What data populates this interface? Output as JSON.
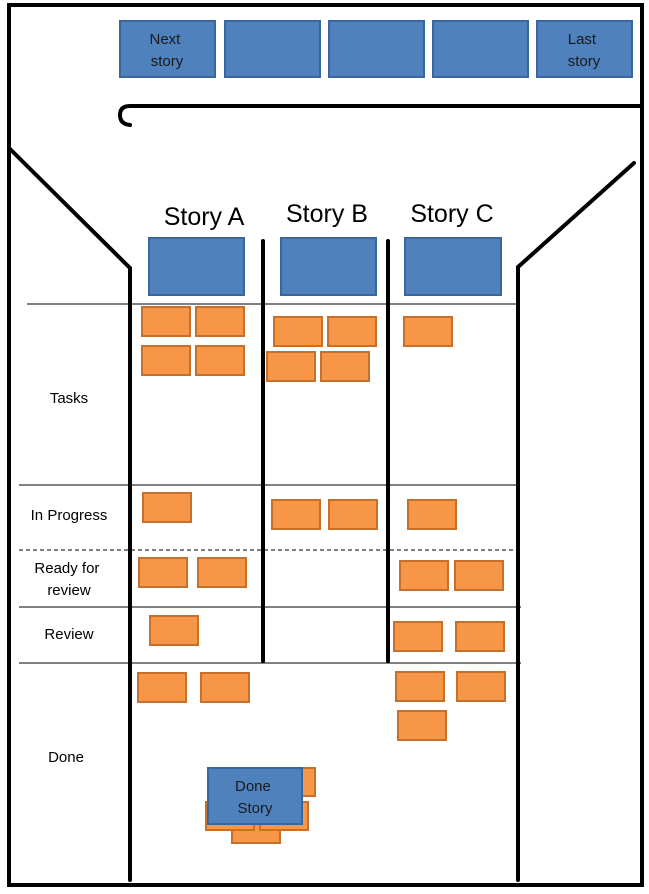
{
  "top_queue": {
    "next_button": [
      "Next",
      "story"
    ],
    "last_button": [
      "Last",
      "story"
    ]
  },
  "columns": [
    {
      "id": "story-a",
      "title": "Story A"
    },
    {
      "id": "story-b",
      "title": "Story B"
    },
    {
      "id": "story-c",
      "title": "Story C"
    }
  ],
  "rows": [
    {
      "id": "tasks",
      "lines": [
        "Tasks"
      ]
    },
    {
      "id": "in-progress",
      "lines": [
        "In Progress"
      ]
    },
    {
      "id": "ready-for-review",
      "lines": [
        "Ready for",
        "review"
      ]
    },
    {
      "id": "review",
      "lines": [
        "Review"
      ]
    },
    {
      "id": "done",
      "lines": [
        "Done"
      ]
    }
  ],
  "done_story": [
    "Done",
    "Story"
  ],
  "colors": {
    "card_blue": "#4f81bd",
    "task_orange": "#f79646"
  }
}
